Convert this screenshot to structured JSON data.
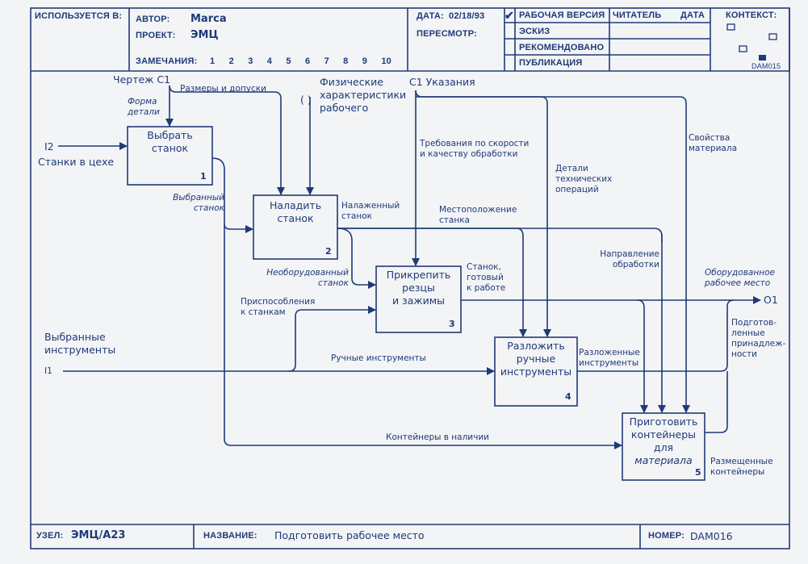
{
  "colors": {
    "ink": "#1f3a78",
    "paper": "#f3f4f6"
  },
  "header": {
    "used_at_label": "ИСПОЛЬЗУЕТСЯ В:",
    "author_label": "АВТОР:",
    "author_value": "Marca",
    "project_label": "ПРОЕКТ:",
    "project_value": "ЭМЦ",
    "notes_label": "ЗАМЕЧАНИЯ:",
    "notes_numbers": [
      "1",
      "2",
      "3",
      "4",
      "5",
      "6",
      "7",
      "8",
      "9",
      "10"
    ],
    "date_label": "ДАТА:",
    "date_value": "02/18/93",
    "revision_label": "ПЕРЕСМОТР:",
    "status_rows": [
      {
        "label": "РАБОЧАЯ ВЕРСИЯ",
        "checked": true
      },
      {
        "label": "ЭСКИЗ",
        "checked": false
      },
      {
        "label": "РЕКОМЕНДОВАНО",
        "checked": false
      },
      {
        "label": "ПУБЛИКАЦИЯ",
        "checked": false
      }
    ],
    "check_mark": "✔",
    "reader_label": "ЧИТАТЕЛЬ",
    "reader_date_label": "ДАТА",
    "context_label": "КОНТЕКСТ:",
    "context_node": "DAM015"
  },
  "boxes": [
    {
      "title": "Выбрать станок",
      "lines": [
        "Выбрать",
        "станок"
      ],
      "number": "1"
    },
    {
      "title": "Наладить станок",
      "lines": [
        "Наладить",
        "станок"
      ],
      "number": "2"
    },
    {
      "title": "Прикрепить резцы и зажимы",
      "lines": [
        "Прикрепить",
        "резцы",
        "и зажимы"
      ],
      "number": "3"
    },
    {
      "title": "Разложить ручные инструменты",
      "lines": [
        "Разложить",
        "ручные",
        "инструменты"
      ],
      "number": "4"
    },
    {
      "title": "Приготовить контейнеры для материала",
      "lines": [
        "Приготовить",
        "контейнеры",
        "для",
        "материала"
      ],
      "number": "5"
    }
  ],
  "arrows": {
    "drawing_c1": "Чертеж C1",
    "part_shape": [
      "Форма",
      "детали"
    ],
    "dimensions": "Размеры и допуски",
    "tunnel": "( )",
    "physical": [
      "Физические",
      "характеристики",
      "рабочего"
    ],
    "c1_instructions": "C1 Указания",
    "i2_code": "I2",
    "i2_label": "Станки в цехе",
    "speed_req": [
      "Требования по скорости",
      "и качеству обработки"
    ],
    "tech_details": [
      "Детали",
      "технических",
      "операций"
    ],
    "material_props": [
      "Свойства",
      "материала"
    ],
    "selected_machine": [
      "Выбранный",
      "станок"
    ],
    "tuned_machine": [
      "Налаженный",
      "станок"
    ],
    "machine_location": [
      "Местоположение",
      "станка"
    ],
    "direction": [
      "Направление",
      "обработки"
    ],
    "unequipped": [
      "Необорудованный",
      "станок"
    ],
    "ready_machine": [
      "Станок,",
      "готовый",
      "к работе"
    ],
    "equipped_place": [
      "Оборудованное",
      "рабочее место"
    ],
    "o1_code": "O1",
    "fixtures": [
      "Приспособления",
      "к станкам"
    ],
    "prepared": [
      "Подготов-",
      "ленные",
      "принадлеж-",
      "ности"
    ],
    "selected_tools": [
      "Выбранные",
      "инструменты"
    ],
    "i1_code": "I1",
    "hand_tools": "Ручные инструменты",
    "laid_tools": [
      "Разложенные",
      "инструменты"
    ],
    "containers_available": "Контейнеры в наличии",
    "placed_containers": [
      "Размещенные",
      "контейнеры"
    ]
  },
  "footer": {
    "node_label": "УЗЕЛ:",
    "node_value": "ЭМЦ/A23",
    "title_label": "НАЗВАНИЕ:",
    "title_value": "Подготовить рабочее место",
    "number_label": "НОМЕР:",
    "number_value": "DAM016"
  }
}
